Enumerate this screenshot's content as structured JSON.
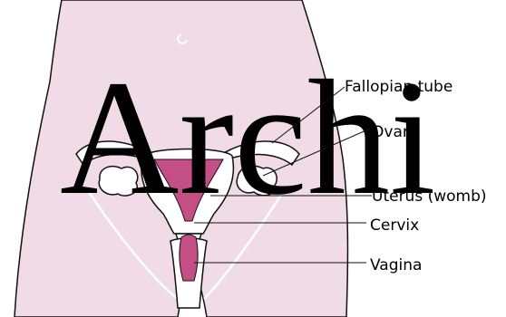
{
  "colors": {
    "background": "#ffffff",
    "body_fill": "#f1dbe7",
    "organ_fill": "#c44f86",
    "outline": "#111111"
  },
  "watermark": {
    "text": "Archi"
  },
  "labels": {
    "fallopian_tube": "Fallopian tube",
    "ovary": "Ovary",
    "uterus": "Uterus (womb)",
    "cervix": "Cervix",
    "vagina": "Vagina"
  }
}
